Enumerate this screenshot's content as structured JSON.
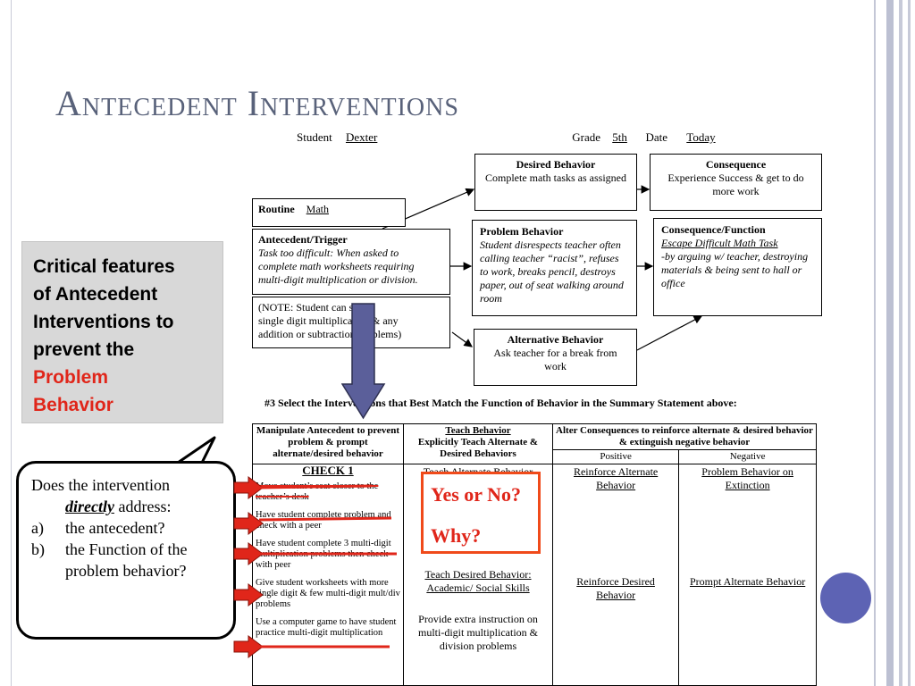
{
  "slide": {
    "title": "Antecedent Interventions"
  },
  "form": {
    "student_label": "Student",
    "student_value": "Dexter",
    "grade_label": "Grade",
    "grade_value": "5th",
    "date_label": "Date",
    "date_value": "Today"
  },
  "routine": {
    "label": "Routine",
    "value": "Math"
  },
  "antecedent": {
    "heading": "Antecedent/Trigger",
    "line1": "Task too difficult: When asked to",
    "line2": "complete math worksheets requiring",
    "line3": "multi-digit multiplication or division."
  },
  "note": {
    "line1": "(NOTE: Student can single",
    "line2": "single digit multiplication & any",
    "line3": "addition or subtraction problems)"
  },
  "desired_behavior": {
    "heading": "Desired Behavior",
    "text": "Complete math tasks as assigned"
  },
  "consequence_top": {
    "heading": "Consequence",
    "text": "Experience Success & get to do more work"
  },
  "problem_behavior": {
    "heading": "Problem Behavior",
    "text": "Student disrespects teacher often calling teacher “racist”, refuses to work, breaks pencil, destroys paper, out of seat walking around room"
  },
  "consequence_function": {
    "heading": "Consequence/Function",
    "line1": "Escape Difficult Math Task",
    "text": "-by arguing w/ teacher, destroying materials & being sent to hall or office"
  },
  "alternative_behavior": {
    "heading": "Alternative Behavior",
    "text": "Ask teacher for a break from work"
  },
  "select_heading": "#3 Select the Interventions that Best Match the Function of Behavior in the Summary Statement above:",
  "panel": {
    "line1": "Critical features",
    "line2": "of Antecedent",
    "line3": "Interventions to",
    "line4": "prevent the",
    "red1": "Problem",
    "red2": "Behavior"
  },
  "bubble": {
    "line1": "Does the intervention",
    "emph": "directly",
    "line2_rest": "address:",
    "item_a_marker": "a)",
    "item_a": "the antecedent?",
    "item_b_marker": "b)",
    "item_b": "the Function of the problem behavior?"
  },
  "table": {
    "col1_header": "Manipulate Antecedent to prevent problem & prompt alternate/desired behavior",
    "col2_header_a": "Teach Behavior",
    "col2_header_b": "Explicitly Teach Alternate & Desired Behaviors",
    "col3_header": "Alter Consequences to reinforce alternate & desired behavior & extinguish negative behavior",
    "positive": "Positive",
    "negative": "Negative",
    "check": "CHECK 1",
    "c1_items": [
      "Move student’s seat closer to the teacher’s desk",
      "Have student complete problem and check with a peer",
      "Have student complete 3 multi-digit multiplication problems then check with peer",
      "Give student worksheets with more single digit & few multi-digit mult/div problems",
      "Use a computer game to have student practice multi-digit multiplication"
    ],
    "c2_top": "Teach Alternate Behavior",
    "c2_mid": "Teach Desired Behavior: Academic/ Social Skills",
    "c2_bottom": "Provide extra instruction on multi-digit multiplication & division problems",
    "c3_top": "Reinforce Alternate Behavior",
    "c3_mid": "Reinforce Desired Behavior",
    "c4_top": "Problem Behavior on Extinction",
    "c4_mid": "Prompt Alternate Behavior"
  },
  "callout": {
    "yes_no": "Yes or No?",
    "why": "Why?"
  },
  "colors": {
    "title": "#59627a",
    "accent_red": "#e0261a",
    "big_arrow": "#5b5f9a",
    "circle": "#5d63b4",
    "frame": "#b9bccf"
  }
}
